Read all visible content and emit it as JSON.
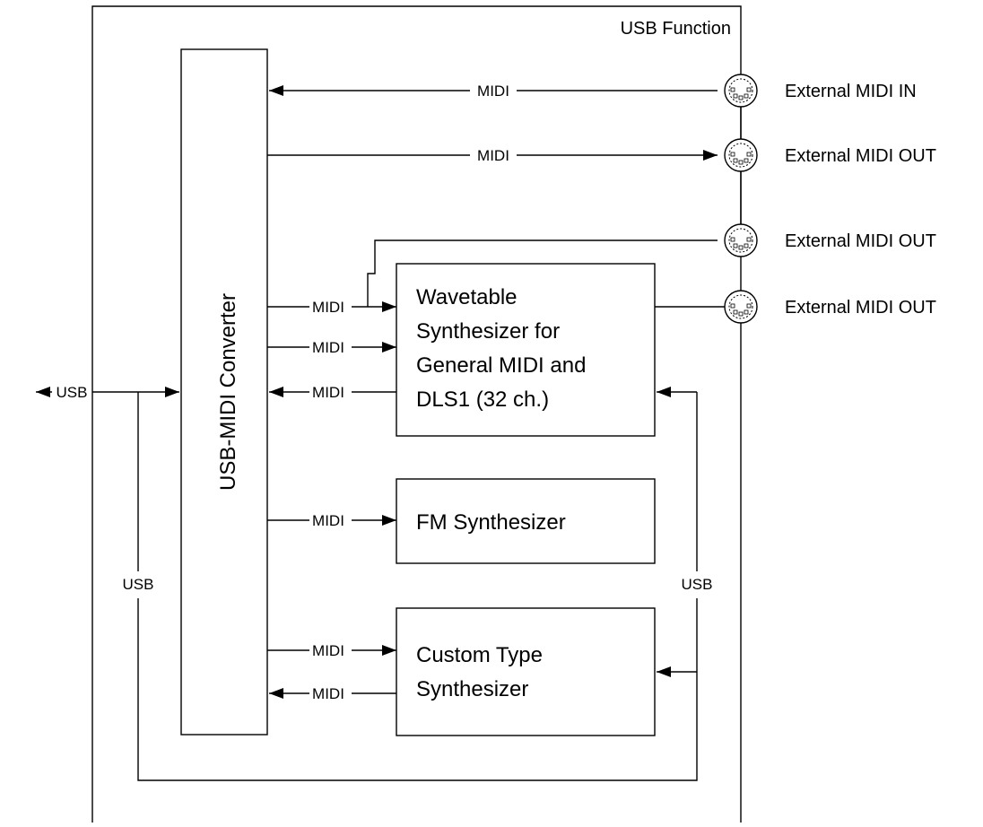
{
  "function_label": "USB Function",
  "converter_label": "USB-MIDI Converter",
  "wavetable_lines": [
    "Wavetable",
    "Synthesizer for",
    "General MIDI and",
    "DLS1 (32 ch.)"
  ],
  "fm_label": "FM Synthesizer",
  "custom_lines": [
    "Custom Type",
    "Synthesizer"
  ],
  "midi_label": "MIDI",
  "usb_label": "USB",
  "external_ports": [
    {
      "label": "External MIDI IN"
    },
    {
      "label": "External MIDI OUT"
    },
    {
      "label": "External MIDI OUT"
    },
    {
      "label": "External MIDI OUT"
    }
  ]
}
